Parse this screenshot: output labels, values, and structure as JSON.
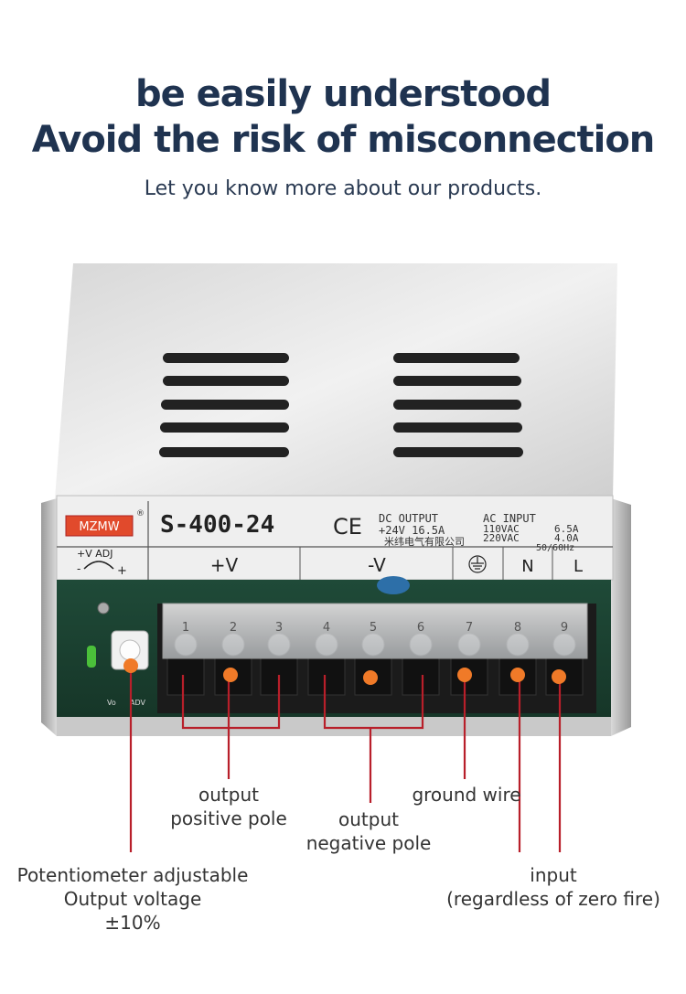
{
  "headline": {
    "line1": "be easily understood",
    "line2": "Avoid the risk of misconnection",
    "subtitle": "Let you know more about our products."
  },
  "device": {
    "brand": "MZMW",
    "model": "S-400-24",
    "ce_mark": "CE",
    "output_title": "DC OUTPUT",
    "output_spec": "+24V 16.5A",
    "input_title": "AC INPUT",
    "input_110": "110VAC",
    "input_110_current": "6.5A",
    "input_220": "220VAC",
    "input_220_current": "4.0A",
    "frequency": "50/60Hz",
    "manufacturer_cn": "米纬电气有限公司",
    "adj_label": "+V ADJ",
    "adj_minus": "-",
    "adj_plus": "+",
    "terminal_groups": [
      "+V",
      "-V",
      "",
      "N",
      "L"
    ],
    "terminal_numbers": [
      "1",
      "2",
      "3",
      "4",
      "5",
      "6",
      "7",
      "8",
      "9"
    ],
    "vo_label": "Vo",
    "adv_label": "ADV"
  },
  "callouts": {
    "output_positive": [
      "output",
      "positive pole"
    ],
    "output_negative": [
      "output",
      "negative pole"
    ],
    "ground": "ground wire",
    "potentiometer": [
      "Potentiometer adjustable",
      "Output voltage",
      "±10%"
    ],
    "input": [
      "input",
      "(regardless of zero fire)"
    ]
  },
  "colors": {
    "headline": "#1f3350",
    "callout_line": "#b81f2a",
    "marker": "#f07a28"
  }
}
